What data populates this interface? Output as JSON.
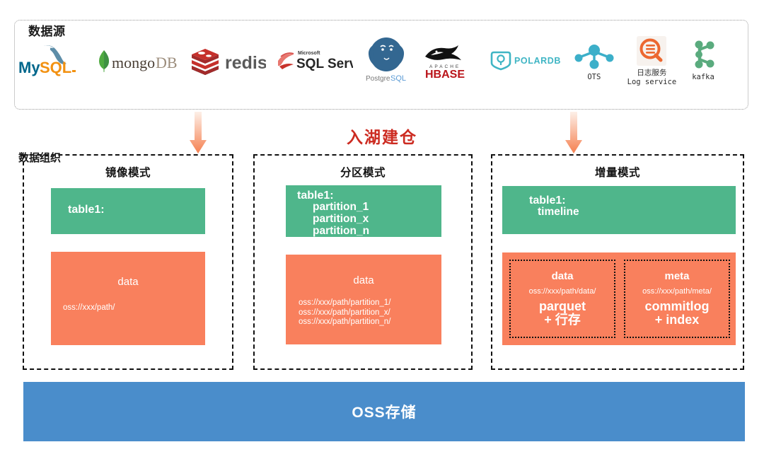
{
  "data_source": {
    "title": "数据源",
    "items": [
      {
        "name": "mysql-logo",
        "label": "MySQL",
        "caption": ""
      },
      {
        "name": "mongodb-logo",
        "label": "mongoDB",
        "caption": ""
      },
      {
        "name": "redis-logo",
        "label": "redis",
        "caption": ""
      },
      {
        "name": "sqlserver-logo",
        "label": "SQL Server",
        "caption": ""
      },
      {
        "name": "postgresql-logo",
        "label": "PostgreSQL",
        "caption": ""
      },
      {
        "name": "hbase-logo",
        "label": "APACHE HBASE",
        "caption": ""
      },
      {
        "name": "polardb-logo",
        "label": "POLARDB",
        "caption": ""
      },
      {
        "name": "ots-logo",
        "label": "",
        "caption": "OTS"
      },
      {
        "name": "log-service-logo",
        "label": "",
        "caption": "日志服务\nLog service"
      },
      {
        "name": "kafka-logo",
        "label": "",
        "caption": "kafka"
      }
    ]
  },
  "middle": {
    "title": "入湖建仓",
    "title_color": "#cc2b21",
    "arrow_left_name": "down-arrow-icon",
    "arrow_right_name": "down-arrow-icon"
  },
  "data_organization": {
    "title": "数据组织",
    "panels": [
      {
        "id": "mirror",
        "heading": "镜像模式",
        "green": {
          "title": "table1:",
          "sub": ""
        },
        "orange": {
          "label": "data",
          "paths": "oss://xxx/path/"
        }
      },
      {
        "id": "partition",
        "heading": "分区模式",
        "green": {
          "title": "table1:",
          "sub": "partition_1\npartition_x\npartition_n"
        },
        "orange": {
          "label": "data",
          "paths": "oss://xxx/path/partition_1/\noss://xxx/path/partition_x/\noss://xxx/path/partition_n/"
        }
      },
      {
        "id": "incremental",
        "heading": "增量模式",
        "green": {
          "title": "table1:",
          "sub": "timeline"
        },
        "orange": {
          "sub_boxes": [
            {
              "name": "data",
              "path": "oss://xxx/path/data/",
              "detail": "parquet\n+ 行存"
            },
            {
              "name": "meta",
              "path": "oss://xxx/path/meta/",
              "detail": "commitlog\n+ index"
            }
          ]
        }
      }
    ]
  },
  "storage": {
    "label": "OSS存储",
    "color": "#4a8dcb"
  },
  "colors": {
    "green": "#4fb68b",
    "orange": "#f9805d",
    "blue": "#4a8dcb",
    "red": "#cc2b21"
  }
}
